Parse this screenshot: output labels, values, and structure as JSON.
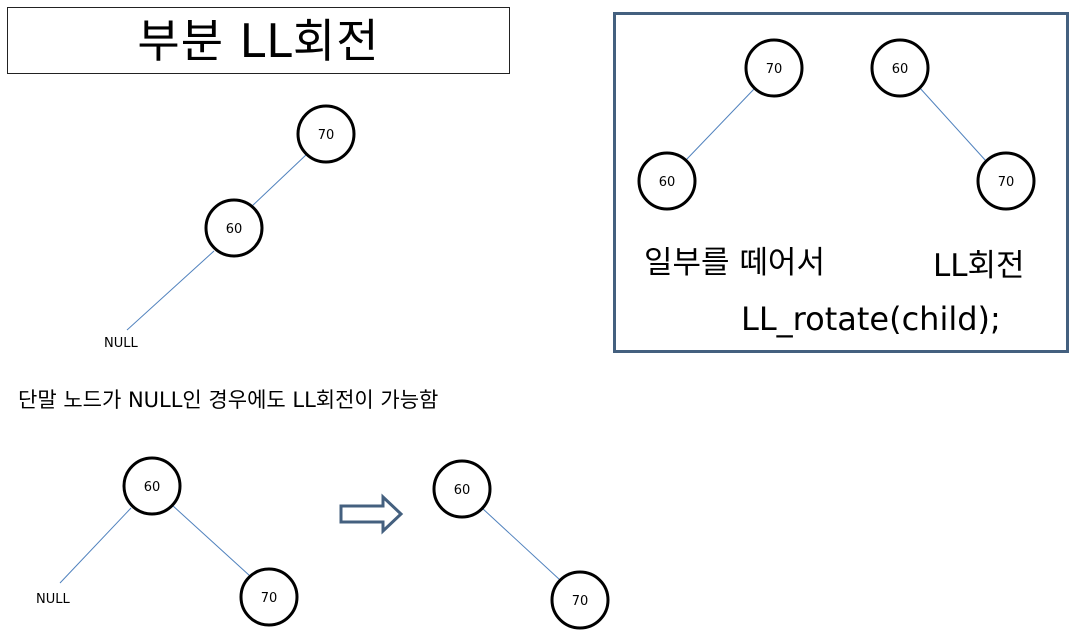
{
  "title": "부분 LL회전",
  "note": "단말 노드가 NULL인 경우에도 LL회전이 가능함",
  "null_label": "NULL",
  "arrow_icon": "block-right-arrow-icon",
  "colors": {
    "edge": "#4f81bd",
    "node_border": "#000000",
    "inset_border": "#44607f",
    "arrow_fill": "#ffffff",
    "arrow_stroke": "#44607f"
  },
  "top_tree": {
    "root": "70",
    "left_child": "60",
    "left_leaf": "NULL"
  },
  "bottom_before": {
    "root": "60",
    "left_leaf": "NULL",
    "right_child": "70"
  },
  "bottom_after": {
    "root": "60",
    "right_child": "70"
  },
  "inset": {
    "left_tree": {
      "root": "70",
      "left_child": "60"
    },
    "right_tree": {
      "root": "60",
      "right_child": "70"
    },
    "caption_left": "일부를  떼어서",
    "caption_right": "LL회전",
    "caption_code": "LL_rotate(child);"
  }
}
